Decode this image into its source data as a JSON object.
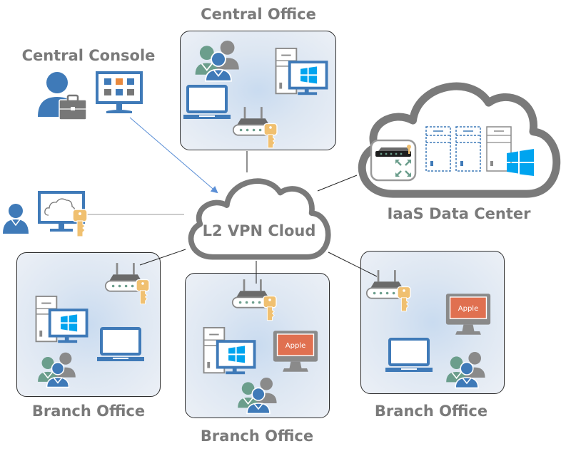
{
  "diagram": {
    "title": "L2 VPN network topology",
    "hub": {
      "label": "L2 VPN Cloud"
    },
    "colors": {
      "label_gray": "#7a7a7a",
      "icon_blue": "#3f7ab8",
      "icon_green": "#6b9e8c",
      "icon_gray": "#8a8a8a",
      "key_gold": "#f0c070",
      "windows_cyan": "#00a4ef",
      "apple_orange": "#e07050",
      "orange_tile": "#e8893e",
      "link_blue_arrow": "#5b8fd6",
      "link_black": "#222222"
    },
    "nodes": {
      "central_office": {
        "label": "Central Office",
        "icons": [
          "users-group-icon",
          "desktop-windows-icon",
          "laptop-icon",
          "router-key-icon"
        ]
      },
      "central_console": {
        "label": "Central Console",
        "icons": [
          "admin-user-briefcase-icon",
          "dashboard-monitor-icon"
        ]
      },
      "remote_user": {
        "label": "",
        "icons": [
          "user-icon",
          "cloud-monitor-key-icon"
        ]
      },
      "iaas_data_center": {
        "label": "IaaS Data Center",
        "icons": [
          "vpn-gateway-icon",
          "virtual-server-icon",
          "virtual-server-icon",
          "windows-server-icon"
        ]
      },
      "branch_office_left": {
        "label": "Branch Office",
        "icons": [
          "router-key-icon",
          "desktop-windows-icon",
          "laptop-icon",
          "users-group-icon"
        ]
      },
      "branch_office_center": {
        "label": "Branch Office",
        "icons": [
          "router-key-icon",
          "desktop-windows-icon",
          "apple-monitor-icon",
          "users-group-icon"
        ],
        "apple_label": "Apple"
      },
      "branch_office_right": {
        "label": "Branch Office",
        "icons": [
          "router-key-icon",
          "apple-monitor-icon",
          "laptop-icon",
          "users-group-icon"
        ],
        "apple_label": "Apple"
      }
    },
    "links": [
      {
        "from": "central_console",
        "to": "hub",
        "style": "arrow-blue"
      },
      {
        "from": "central_office",
        "to": "hub",
        "style": "line"
      },
      {
        "from": "iaas_data_center",
        "to": "hub",
        "style": "line"
      },
      {
        "from": "remote_user",
        "to": "hub",
        "style": "line-gray"
      },
      {
        "from": "branch_office_left",
        "to": "hub",
        "style": "line"
      },
      {
        "from": "branch_office_center",
        "to": "hub",
        "style": "line"
      },
      {
        "from": "branch_office_right",
        "to": "hub",
        "style": "line"
      }
    ]
  }
}
